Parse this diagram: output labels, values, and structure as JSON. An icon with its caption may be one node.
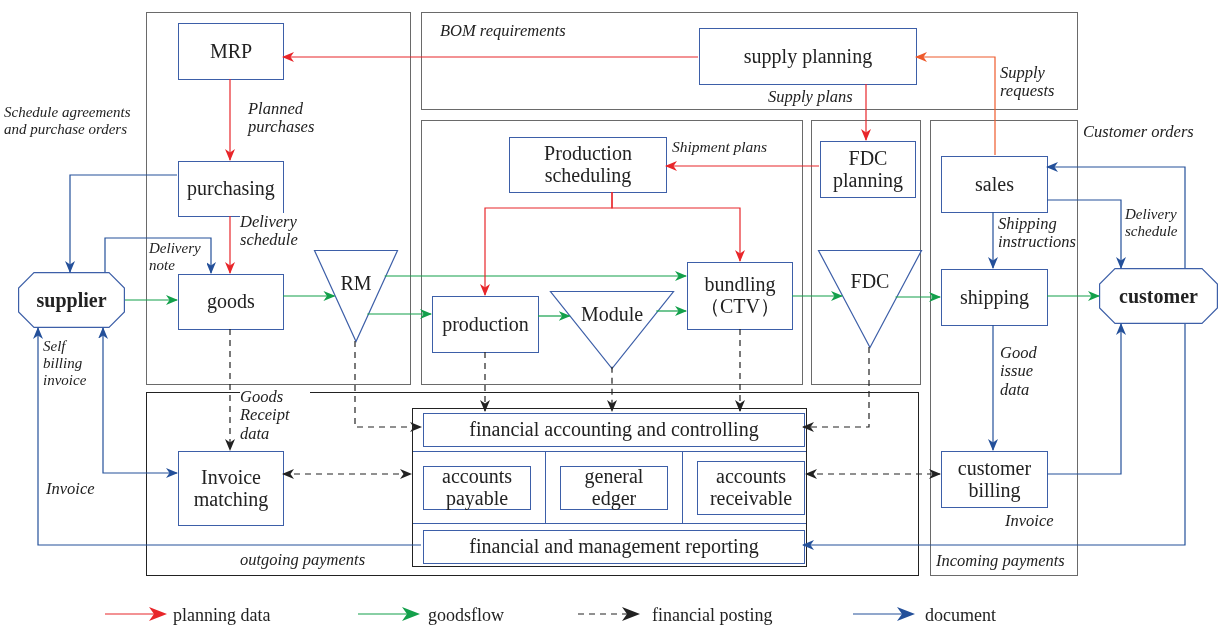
{
  "diagram": {
    "nodes": [
      {
        "text": [],
        "shape": "box"
      },
      {
        "text": [
          "MRP"
        ],
        "in": 0
      },
      {
        "text": [
          "purchasing"
        ],
        "in": 0
      },
      {
        "text": [
          "goods"
        ],
        "in": 0
      },
      {
        "text": [
          "RM"
        ],
        "in": 0
      },
      {
        "text": [],
        "shape": "box"
      },
      {
        "text": [
          "supply planning"
        ],
        "in": 5
      },
      {
        "text": [],
        "shape": "box"
      },
      {
        "text": [
          "Production scheduling"
        ],
        "in": 7
      },
      {
        "text": [
          "production"
        ],
        "in": 7
      },
      {
        "text": [
          "Module"
        ],
        "in": 7
      },
      {
        "text": [
          "bundling （CTV）"
        ],
        "in": 7
      },
      {
        "text": [],
        "shape": "box"
      },
      {
        "text": [
          "FDC planning"
        ],
        "in": 12
      },
      {
        "text": [
          "FDC"
        ],
        "in": 12
      },
      {
        "text": [],
        "shape": "box"
      },
      {
        "text": [
          "sales"
        ],
        "in": 15
      },
      {
        "text": [
          "shipping"
        ],
        "in": 15
      },
      {
        "text": [
          "customer billing"
        ],
        "in": 15
      },
      {
        "text": [
          "supplier"
        ]
      },
      {
        "text": [
          "customer"
        ]
      },
      {
        "text": [],
        "shape": "box"
      },
      {
        "text": [
          "Invoice matching"
        ],
        "in": 21
      },
      {
        "text": [],
        "shape": "box",
        "in": 21
      },
      {
        "text": [
          "financial accounting and controlling"
        ],
        "in": 23
      },
      {
        "text": [
          "accounts payable"
        ],
        "in": 23
      },
      {
        "text": [
          "general edger"
        ],
        "in": 23
      },
      {
        "text": [
          "accounts receivable"
        ],
        "in": 23
      },
      {
        "text": [
          "financial and management reporting"
        ],
        "in": 23
      }
    ],
    "edges": [
      {
        "from": 6,
        "to": 1,
        "arrow": "to",
        "label": "BOM requirements",
        "color": "#e8262a"
      },
      {
        "from": 1,
        "to": 2,
        "arrow": "to",
        "label": "Planned purchases",
        "color": "#e8262a"
      },
      {
        "from": 2,
        "to": 19,
        "arrow": "to",
        "label": "Schedule agreements and purchase orders",
        "color": "#24509a"
      },
      {
        "from": 2,
        "to": 3,
        "arrow": "to",
        "label": "Delivery schedule",
        "color": "#e8262a"
      },
      {
        "from": 19,
        "to": 3,
        "arrow": "to",
        "label": "Delivery note",
        "color": "#24509a"
      },
      {
        "from": 19,
        "to": 3,
        "arrow": "to",
        "color": "#13a04b"
      },
      {
        "from": 3,
        "to": 4,
        "arrow": "to",
        "color": "#13a04b"
      },
      {
        "from": 4,
        "to": 11,
        "arrow": "to",
        "color": "#13a04b"
      },
      {
        "from": 4,
        "to": 9,
        "arrow": "to",
        "color": "#13a04b"
      },
      {
        "from": 9,
        "to": 10,
        "arrow": "to",
        "color": "#13a04b"
      },
      {
        "from": 10,
        "to": 11,
        "arrow": "to",
        "color": "#13a04b"
      },
      {
        "from": 11,
        "to": 14,
        "arrow": "to",
        "color": "#13a04b"
      },
      {
        "from": 14,
        "to": 17,
        "arrow": "to",
        "color": "#13a04b"
      },
      {
        "from": 17,
        "to": 20,
        "arrow": "to",
        "color": "#13a04b"
      },
      {
        "from": 16,
        "to": 6,
        "arrow": "to",
        "label": "Supply requests",
        "color": "#ee5a2c"
      },
      {
        "from": 6,
        "to": 13,
        "arrow": "to",
        "label": "Supply plans",
        "color": "#e8262a"
      },
      {
        "from": 13,
        "to": 8,
        "arrow": "to",
        "label": "Shipment plans",
        "color": "#e8262a"
      },
      {
        "from": 8,
        "to": 9,
        "arrow": "to",
        "color": "#e8262a"
      },
      {
        "from": 8,
        "to": 11,
        "arrow": "to",
        "color": "#e8262a"
      },
      {
        "from": 20,
        "to": 16,
        "arrow": "to",
        "label": "Customer orders",
        "color": "#24509a"
      },
      {
        "from": 16,
        "to": 17,
        "arrow": "to",
        "label": "Shipping instructions",
        "color": "#24509a"
      },
      {
        "from": 16,
        "to": 20,
        "arrow": "to",
        "label": "Delivery schedule",
        "color": "#24509a"
      },
      {
        "from": 17,
        "to": 18,
        "arrow": "to",
        "label": "Good issue data",
        "color": "#24509a"
      },
      {
        "from": 18,
        "to": 20,
        "arrow": "to",
        "label": "Invoice",
        "color": "#24509a"
      },
      {
        "from": 20,
        "to": 28,
        "arrow": "to",
        "label": "Incoming payments",
        "color": "#24509a"
      },
      {
        "from": 28,
        "to": 19,
        "arrow": "to",
        "label": "outgoing payments",
        "color": "#24509a"
      },
      {
        "from": 19,
        "to": 22,
        "arrow": "both",
        "label": "Self billing invoice",
        "color": "#24509a"
      },
      {
        "from": 3,
        "to": 22,
        "arrow": "to",
        "label": "Goods Receipt data",
        "style": "dashed",
        "color": "#222222"
      },
      {
        "from": 4,
        "to": 24,
        "arrow": "to",
        "style": "dashed",
        "color": "#222222"
      },
      {
        "from": 9,
        "to": 24,
        "arrow": "to",
        "style": "dashed",
        "color": "#222222"
      },
      {
        "from": 10,
        "to": 24,
        "arrow": "to",
        "style": "dashed",
        "color": "#222222"
      },
      {
        "from": 11,
        "to": 24,
        "arrow": "to",
        "style": "dashed",
        "color": "#222222"
      },
      {
        "from": 14,
        "to": 24,
        "arrow": "to",
        "style": "dashed",
        "color": "#222222"
      },
      {
        "from": 22,
        "to": 23,
        "arrow": "both",
        "style": "dashed",
        "color": "#222222"
      },
      {
        "from": 23,
        "to": 18,
        "arrow": "both",
        "style": "dashed",
        "color": "#222222"
      }
    ],
    "labels": [
      "Invoice"
    ],
    "legend": [
      {
        "text": "planning data"
      },
      {
        "text": "goodsflow"
      },
      {
        "text": "financial posting"
      },
      {
        "text": "document"
      }
    ]
  }
}
